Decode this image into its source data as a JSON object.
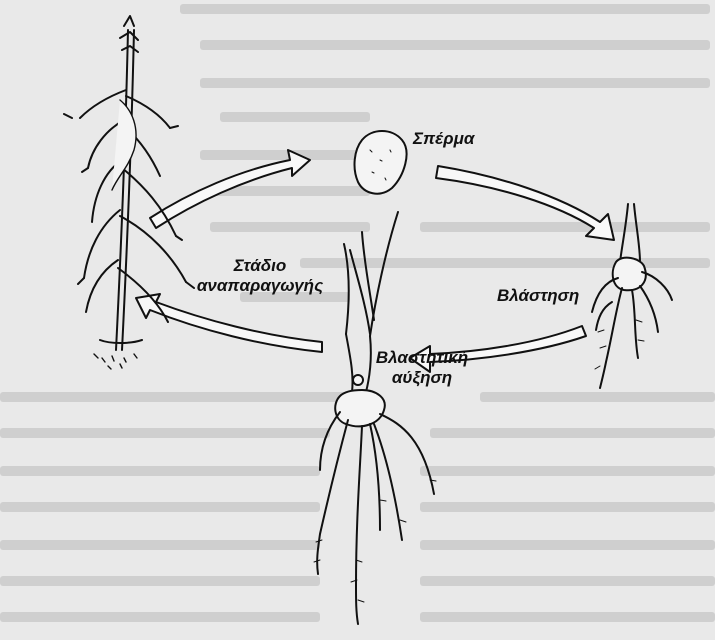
{
  "labels": {
    "seed": "Σπέρμα",
    "germination": "Βλάστηση",
    "vegetative_growth_line1": "Βλαστητική",
    "vegetative_growth_line2": "αύξηση",
    "reproductive_stage_line1": "Στάδιο",
    "reproductive_stage_line2": "αναπαραγωγής"
  },
  "colors": {
    "paper": "#e9e9e9",
    "ink": "#111111",
    "faint_text": "#c9c9c9"
  }
}
